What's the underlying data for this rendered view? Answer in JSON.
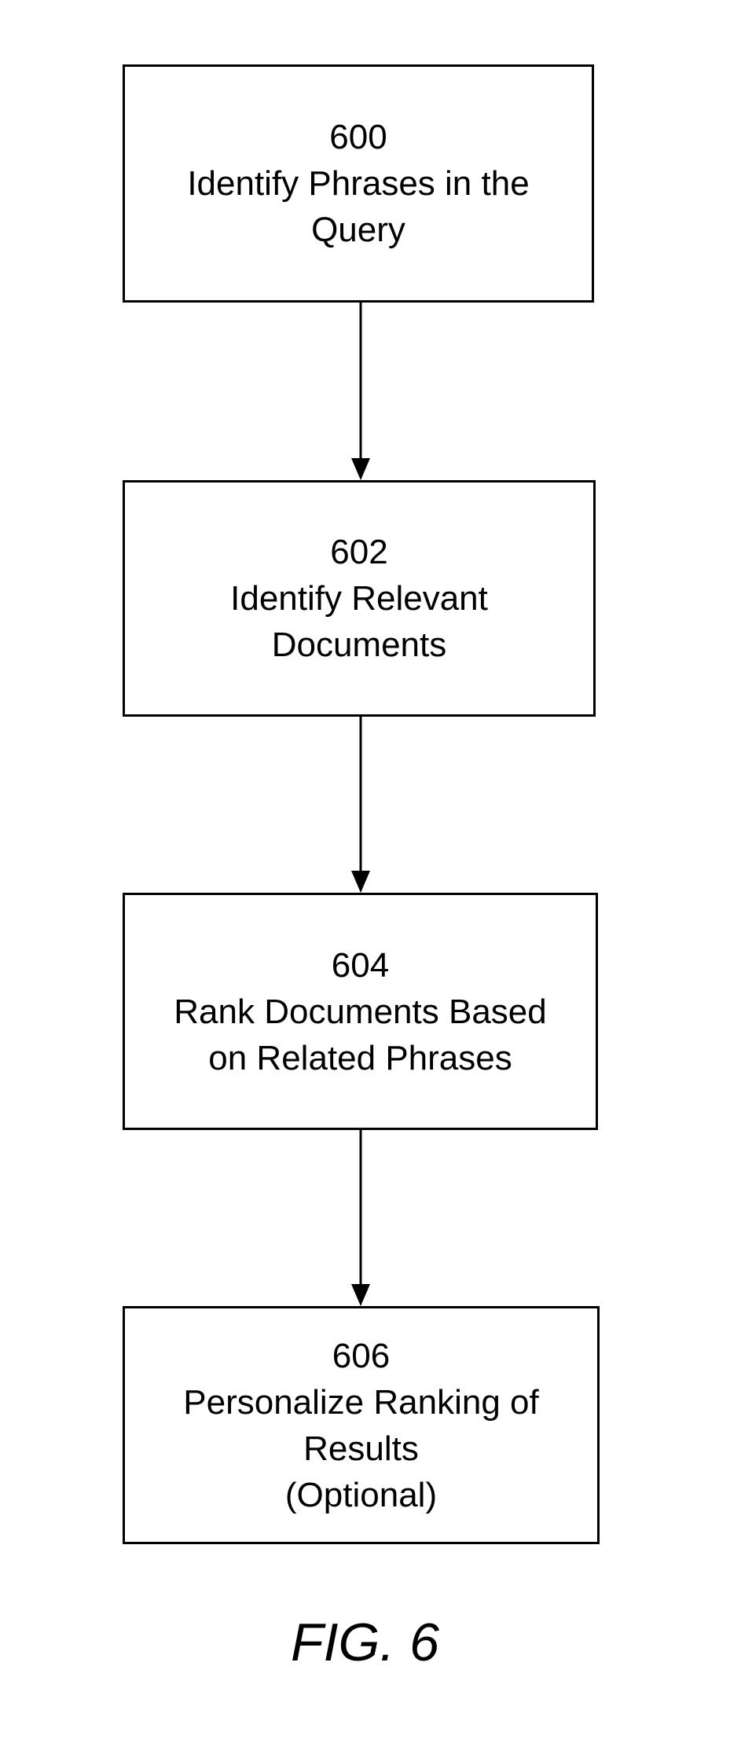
{
  "steps": [
    {
      "id": "600",
      "lines": [
        "600",
        "Identify Phrases in the",
        "Query"
      ]
    },
    {
      "id": "602",
      "lines": [
        "602",
        "Identify Relevant",
        "Documents"
      ]
    },
    {
      "id": "604",
      "lines": [
        "604",
        "Rank Documents Based",
        "on Related Phrases"
      ]
    },
    {
      "id": "606",
      "lines": [
        "606",
        "Personalize Ranking of",
        "Results",
        "(Optional)"
      ]
    }
  ],
  "figure_label": "FIG. 6"
}
